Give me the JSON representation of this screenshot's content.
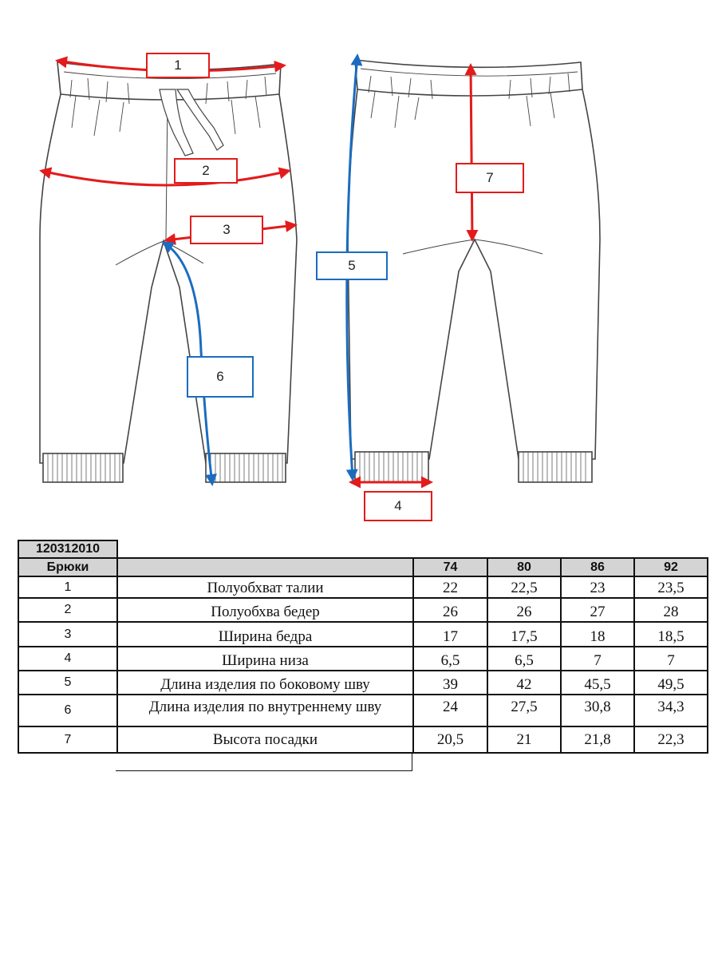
{
  "diagram": {
    "callouts": [
      {
        "id": "1",
        "label": "1",
        "color": "red"
      },
      {
        "id": "2",
        "label": "2",
        "color": "red"
      },
      {
        "id": "3",
        "label": "3",
        "color": "red"
      },
      {
        "id": "4",
        "label": "4",
        "color": "red"
      },
      {
        "id": "5",
        "label": "5",
        "color": "blue"
      },
      {
        "id": "6",
        "label": "6",
        "color": "blue"
      },
      {
        "id": "7",
        "label": "7",
        "color": "red"
      }
    ],
    "colors": {
      "red": "#e31b1b",
      "blue": "#1b6cc0",
      "outline": "#444444"
    }
  },
  "table": {
    "code": "120312010",
    "product": "Брюки",
    "sizes": [
      "74",
      "80",
      "86",
      "92"
    ],
    "rows": [
      {
        "num": "1",
        "name": "Полуобхват талии",
        "values": [
          "22",
          "22,5",
          "23",
          "23,5"
        ]
      },
      {
        "num": "2",
        "name": "Полуобхва бедер",
        "values": [
          "26",
          "26",
          "27",
          "28"
        ]
      },
      {
        "num": "3",
        "name": "Ширина бедра",
        "values": [
          "17",
          "17,5",
          "18",
          "18,5"
        ]
      },
      {
        "num": "4",
        "name": "Ширина низа",
        "values": [
          "6,5",
          "6,5",
          "7",
          "7"
        ]
      },
      {
        "num": "5",
        "name": "Длина изделия по боковому шву",
        "values": [
          "39",
          "42",
          "45,5",
          "49,5"
        ]
      },
      {
        "num": "6",
        "name": "Длина изделия по внутреннему шву",
        "values": [
          "24",
          "27,5",
          "30,8",
          "34,3"
        ]
      },
      {
        "num": "7",
        "name": "Высота посадки",
        "values": [
          "20,5",
          "21",
          "21,8",
          "22,3"
        ]
      }
    ]
  }
}
